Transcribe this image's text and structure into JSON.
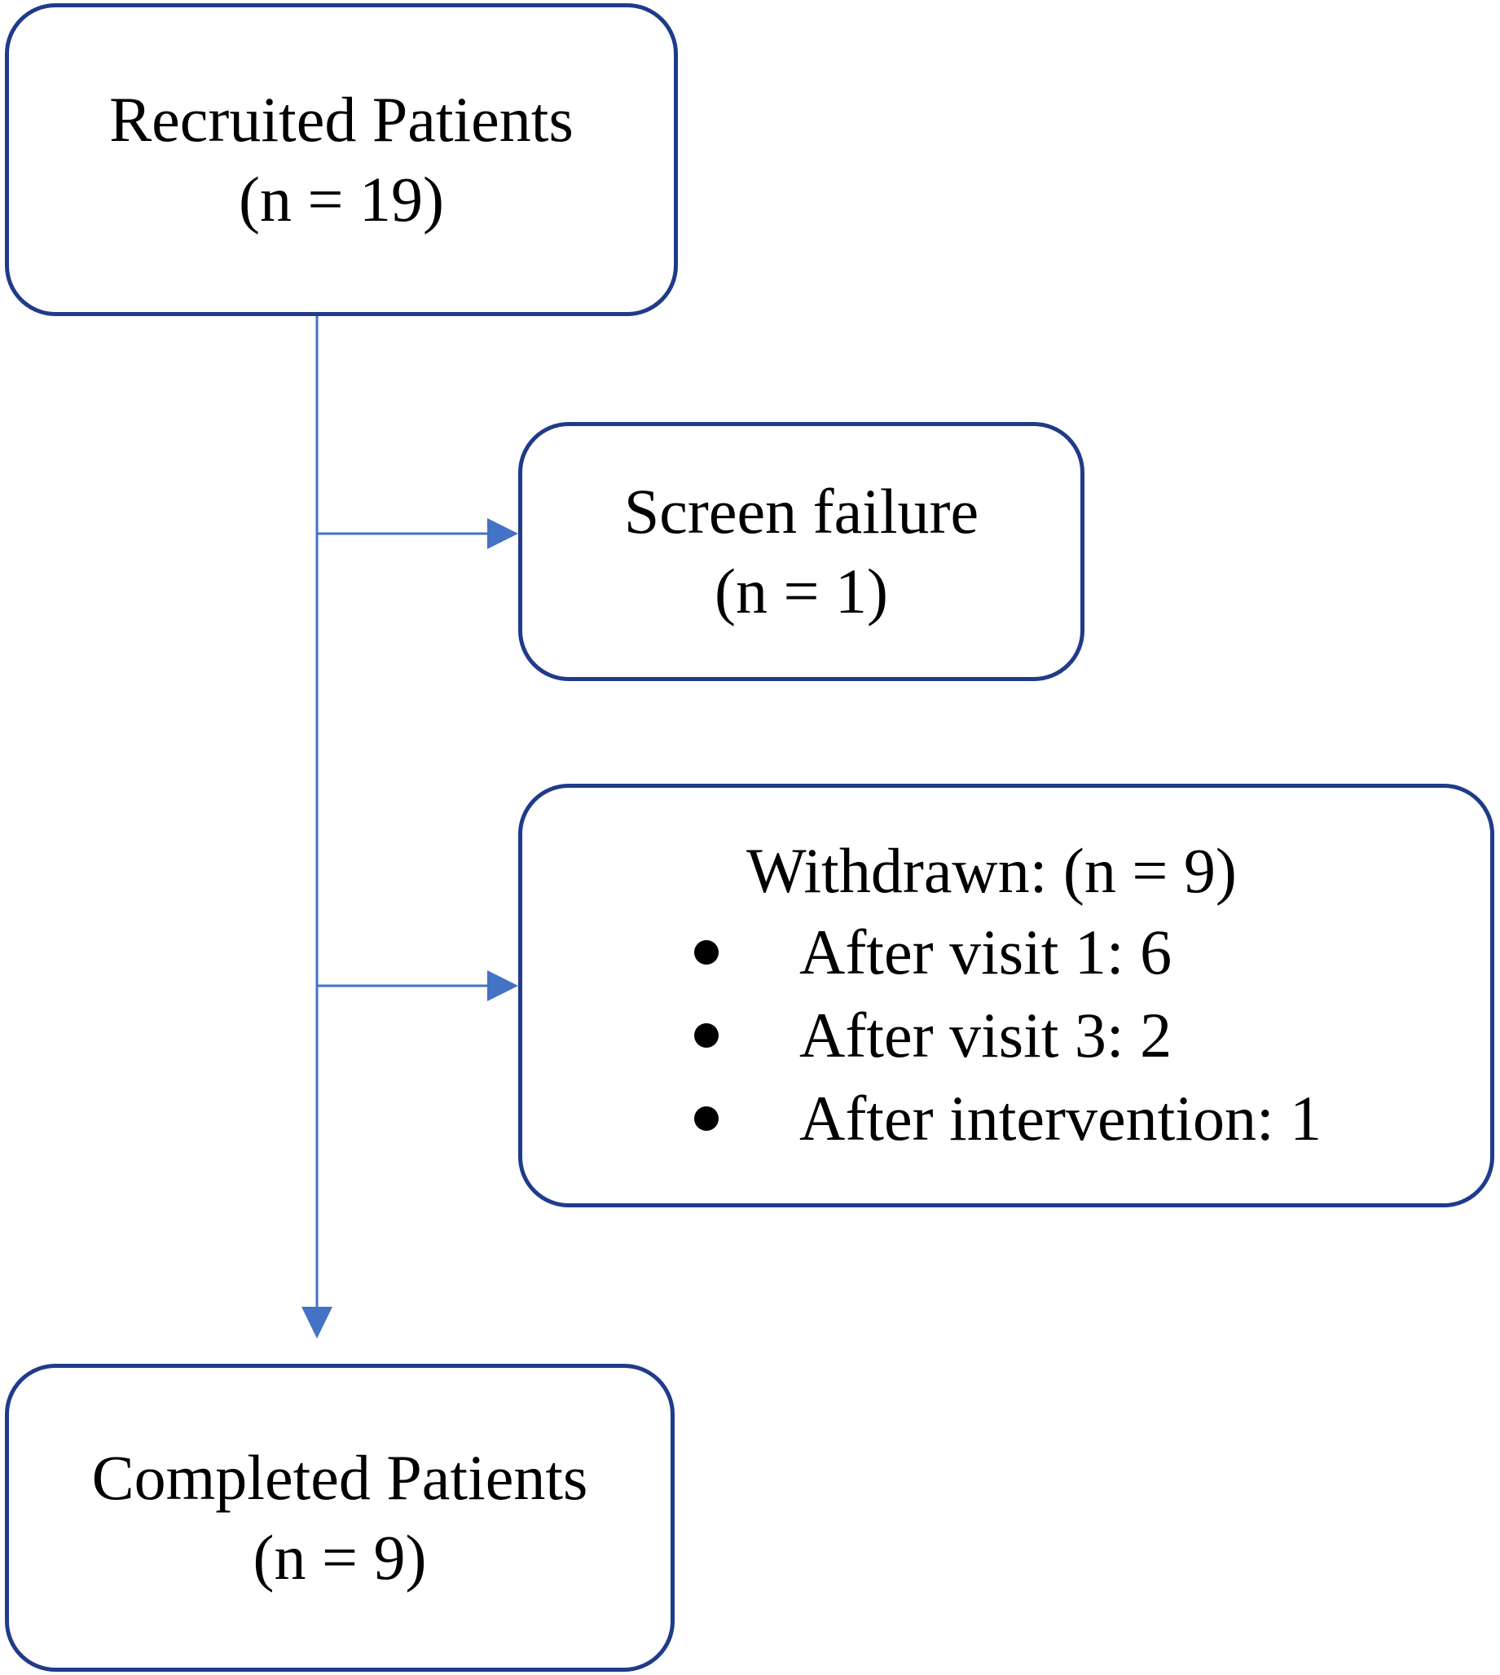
{
  "flowchart": {
    "recruited": {
      "title": "Recruited Patients",
      "count": "(n = 19)"
    },
    "screen_failure": {
      "title": "Screen failure",
      "count": "(n = 1)"
    },
    "withdrawn": {
      "title": "Withdrawn: (n = 9)",
      "items": [
        "After visit 1: 6",
        "After visit 3: 2",
        "After intervention: 1"
      ]
    },
    "completed": {
      "title": "Completed Patients",
      "count": "(n = 9)"
    }
  },
  "colors": {
    "border": "#1f3b8a",
    "connector": "#4472c4",
    "text": "#000000"
  }
}
